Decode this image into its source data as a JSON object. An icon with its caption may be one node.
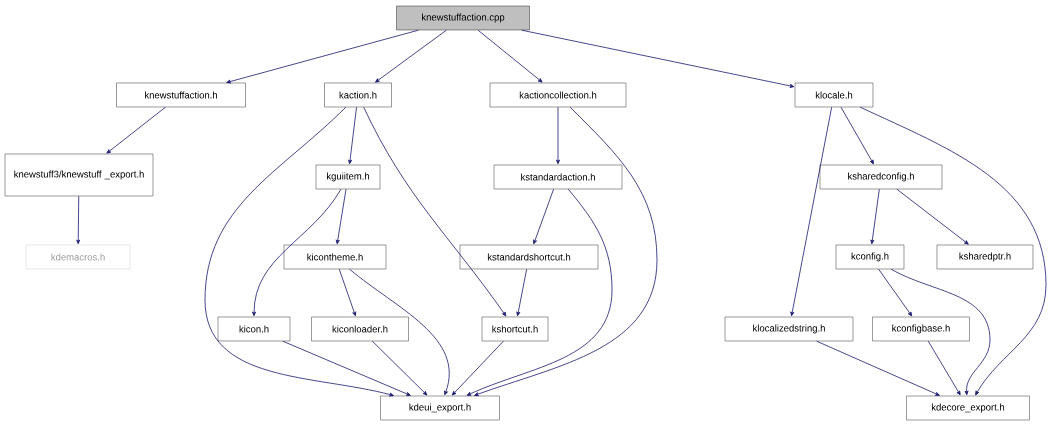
{
  "diagram": {
    "nodes": [
      {
        "text": [
          "knewstuffaction.cpp"
        ]
      },
      {
        "text": [
          "knewstuffaction.h"
        ]
      },
      {
        "text": [
          "kaction.h"
        ]
      },
      {
        "text": [
          "kactioncollection.h"
        ]
      },
      {
        "text": [
          "klocale.h"
        ]
      },
      {
        "text": [
          "knewstuff3/knewstuff _export.h"
        ]
      },
      {
        "text": [
          "kdemacros.h"
        ]
      },
      {
        "text": [
          "kguiitem.h"
        ]
      },
      {
        "text": [
          "kstandardaction.h"
        ]
      },
      {
        "text": [
          "ksharedconfig.h"
        ]
      },
      {
        "text": [
          "kicontheme.h"
        ]
      },
      {
        "text": [
          "kstandardshortcut.h"
        ]
      },
      {
        "text": [
          "kconfig.h"
        ]
      },
      {
        "text": [
          "ksharedptr.h"
        ]
      },
      {
        "text": [
          "kicon.h"
        ]
      },
      {
        "text": [
          "kiconloader.h"
        ]
      },
      {
        "text": [
          "kshortcut.h"
        ]
      },
      {
        "text": [
          "klocalizedstring.h"
        ]
      },
      {
        "text": [
          "kconfigbase.h"
        ]
      },
      {
        "text": [
          "kdeui_export.h"
        ]
      },
      {
        "text": [
          "kdecore_export.h"
        ]
      }
    ],
    "edges": [
      {
        "from": 0,
        "to": 1,
        "arrow": "to"
      },
      {
        "from": 0,
        "to": 2,
        "arrow": "to"
      },
      {
        "from": 0,
        "to": 3,
        "arrow": "to"
      },
      {
        "from": 0,
        "to": 4,
        "arrow": "to"
      },
      {
        "from": 1,
        "to": 5,
        "arrow": "to"
      },
      {
        "from": 5,
        "to": 6,
        "arrow": "to"
      },
      {
        "from": 2,
        "to": 7,
        "arrow": "to"
      },
      {
        "from": 2,
        "to": 19,
        "arrow": "to"
      },
      {
        "from": 2,
        "to": 16,
        "arrow": "to"
      },
      {
        "from": 3,
        "to": 8,
        "arrow": "to"
      },
      {
        "from": 3,
        "to": 19,
        "arrow": "to"
      },
      {
        "from": 4,
        "to": 17,
        "arrow": "to"
      },
      {
        "from": 4,
        "to": 9,
        "arrow": "to"
      },
      {
        "from": 4,
        "to": 20,
        "arrow": "to"
      },
      {
        "from": 7,
        "to": 14,
        "arrow": "to"
      },
      {
        "from": 7,
        "to": 10,
        "arrow": "to"
      },
      {
        "from": 8,
        "to": 11,
        "arrow": "to"
      },
      {
        "from": 8,
        "to": 19,
        "arrow": "to"
      },
      {
        "from": 9,
        "to": 12,
        "arrow": "to"
      },
      {
        "from": 9,
        "to": 13,
        "arrow": "to"
      },
      {
        "from": 10,
        "to": 15,
        "arrow": "to"
      },
      {
        "from": 10,
        "to": 19,
        "arrow": "to"
      },
      {
        "from": 11,
        "to": 16,
        "arrow": "to"
      },
      {
        "from": 12,
        "to": 18,
        "arrow": "to"
      },
      {
        "from": 12,
        "to": 20,
        "arrow": "to"
      },
      {
        "from": 14,
        "to": 19,
        "arrow": "to"
      },
      {
        "from": 15,
        "to": 19,
        "arrow": "to"
      },
      {
        "from": 16,
        "to": 19,
        "arrow": "to"
      },
      {
        "from": 17,
        "to": 20,
        "arrow": "to"
      },
      {
        "from": 18,
        "to": 20,
        "arrow": "to"
      }
    ]
  }
}
